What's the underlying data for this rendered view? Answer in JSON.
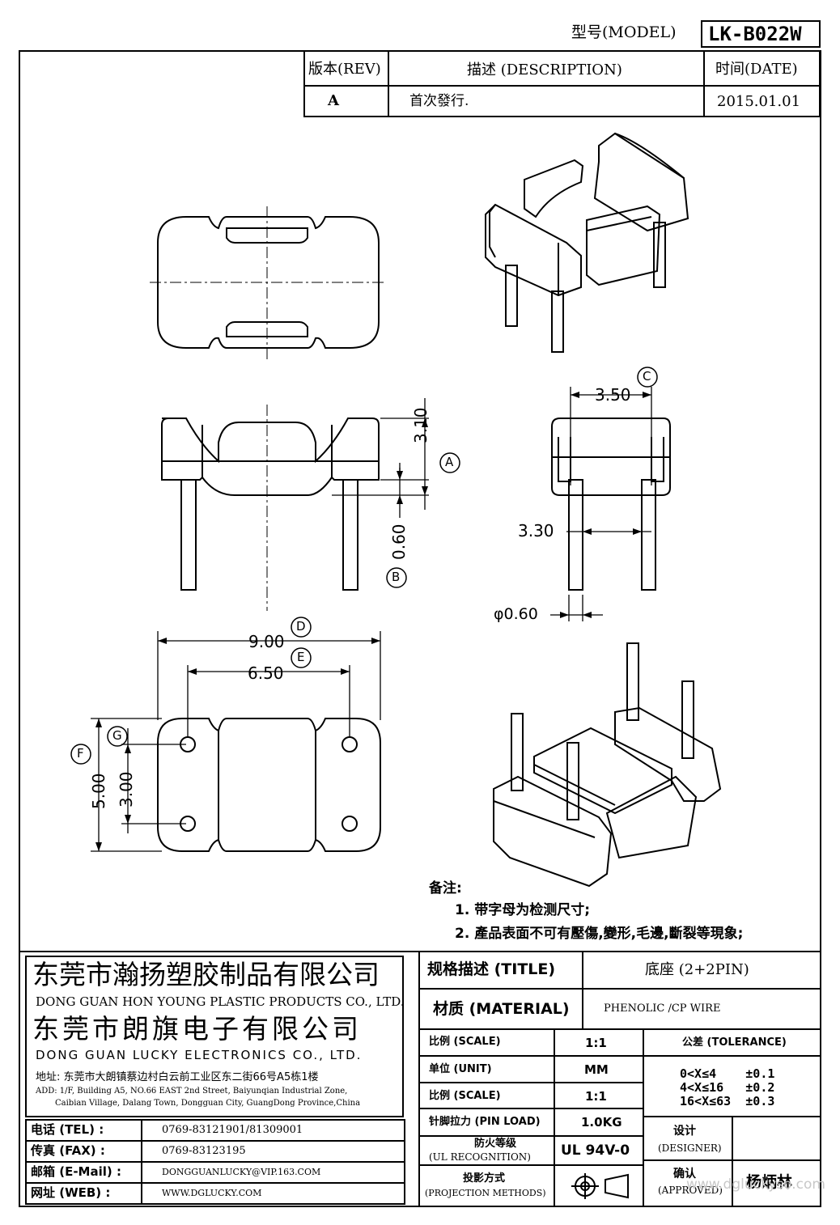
{
  "header": {
    "model_label": "型号(MODEL)",
    "model_value": "LK-B022W"
  },
  "revision_table": {
    "col_rev": "版本(REV)",
    "col_desc": "描述 (DESCRIPTION)",
    "col_date": "时间(DATE)",
    "rev": "A",
    "desc": "首次發行.",
    "date": "2015.01.01"
  },
  "dimensions": {
    "d_3_50": "3.50",
    "d_3_10": "3.10",
    "d_0_60": "0.60",
    "d_3_30": "3.30",
    "d_phi_0_60": "φ0.60",
    "d_9_00": "9.00",
    "d_6_50": "6.50",
    "d_5_00": "5.00",
    "d_3_00": "3.00"
  },
  "markers": {
    "a": "A",
    "b": "B",
    "c": "C",
    "d": "D",
    "e": "E",
    "f": "F",
    "g": "G"
  },
  "notes": {
    "heading": "备注:",
    "note1": "1. 带字母为检测尺寸;",
    "note2": "2. 產品表面不可有壓傷,變形,毛邊,斷裂等現象;"
  },
  "company": {
    "name_cn_1": "东莞市瀚扬塑胶制品有限公司",
    "name_en_1": "DONG GUAN HON YOUNG PLASTIC PRODUCTS CO., LTD.",
    "name_cn_2": "东莞市朗旗电子有限公司",
    "name_en_2": "DONG GUAN LUCKY ELECTRONICS CO., LTD.",
    "address_cn": "地址: 东莞市大朗镇蔡边村白云前工业区东二街66号A5栋1楼",
    "address_en_1": "ADD: 1/F, Building A5, NO.66 EAST 2nd Street, Baiyunqian Industrial Zone,",
    "address_en_2": "Caibian Village, Dalang Town, Dongguan City, GuangDong Province,China"
  },
  "contacts": {
    "tel_label": "电话 (TEL) :",
    "tel_value": "0769-83121901/81309001",
    "fax_label": "传真 (FAX) :",
    "fax_value": "0769-83123195",
    "email_label": "邮箱 (E-Mail) :",
    "email_value": "DONGGUANLUCKY@VIP.163.COM",
    "web_label": "网址 (WEB) :",
    "web_value": "WWW.DGLUCKY.COM"
  },
  "spec": {
    "title_label": "规格描述 (TITLE)",
    "title_value": "底座 (2+2PIN)",
    "material_label": "材质 (MATERIAL)",
    "material_value": "PHENOLIC /CP WIRE",
    "scale_label": "比例 (SCALE)",
    "scale_value": "1:1",
    "tolerance_label": "公差 (TOLERANCE)",
    "unit_label": "单位 (UNIT)",
    "unit_value": "MM",
    "scale2_label": "比例 (SCALE)",
    "scale2_value": "1:1",
    "tol1": "0<X≤4    ±0.1",
    "tol2": "4<X≤16   ±0.2",
    "tol3": "16<X≤63  ±0.3",
    "pin_load_label": "针脚拉力 (PIN LOAD)",
    "pin_load_value": "1.0KG",
    "designer_label_cn": "设计",
    "designer_label_en": "(DESIGNER)",
    "ul_label_cn": "防火等级",
    "ul_label_en": "(UL RECOGNITION)",
    "ul_value": "UL 94V-0",
    "approved_label_cn": "确认",
    "approved_label_en": "(APPROVED)",
    "approver": "杨炳林",
    "projection_label_cn": "投影方式",
    "projection_label_en": "(PROJECTION METHODS)"
  },
  "watermark": "www.dgluckyso.com"
}
